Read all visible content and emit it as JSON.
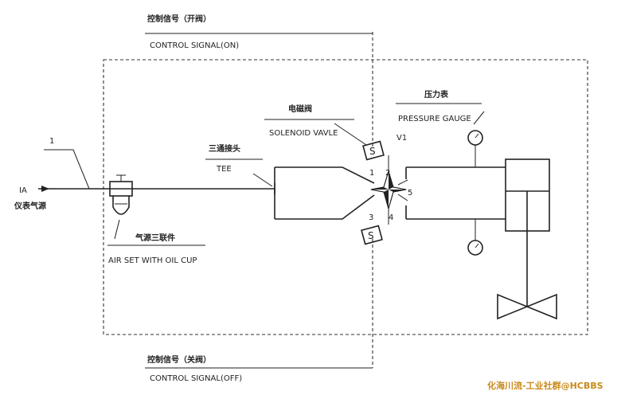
{
  "labels": {
    "ctrl_on_cn": "控制信号（开阀）",
    "ctrl_on_en": "CONTROL SIGNAL(ON)",
    "ctrl_off_cn": "控制信号（关阀）",
    "ctrl_off_en": "CONTROL SIGNAL(OFF)",
    "item_number": "1",
    "ia": "IA",
    "ia_cn": "仪表气源",
    "tee_cn": "三通接头",
    "tee_en": "TEE",
    "airset_cn": "气源三联件",
    "airset_en": "AIR SET WITH OIL CUP",
    "solenoid_cn": "电磁阀",
    "solenoid_en": "SOLENOID VAVLE",
    "valve_tag": "V1",
    "gauge_cn": "压力表",
    "gauge_en": "PRESSURE GAUGE",
    "coil_symbol": "S",
    "port_1": "1",
    "port_2": "2",
    "port_3": "3",
    "port_4": "4",
    "port_5": "5",
    "watermark": "化海川流-工业社群@HCBBS"
  }
}
